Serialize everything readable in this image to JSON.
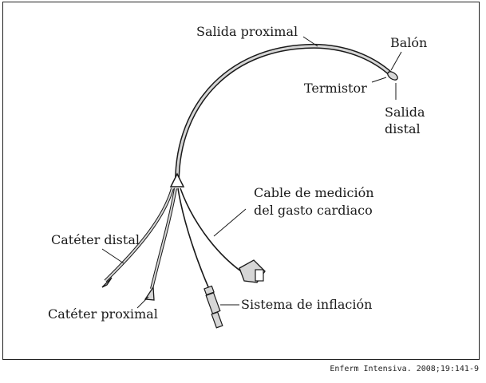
{
  "labels": {
    "salida_proximal": "Salida proximal",
    "balon": "Balón",
    "termistor": "Termistor",
    "salida_distal_1": "Salida",
    "salida_distal_2": "distal",
    "cable_1": "Cable de medición",
    "cable_2": "del gasto cardiaco",
    "cateter_distal": "Catéter distal",
    "cateter_proximal": "Catéter proximal",
    "sistema_inflacion": "Sistema de inflación"
  },
  "citation": "Enferm Intensiva. 2008;19:141-9",
  "colors": {
    "line": "#1a1a1a",
    "catheter_fill": "#d6d6d6"
  }
}
